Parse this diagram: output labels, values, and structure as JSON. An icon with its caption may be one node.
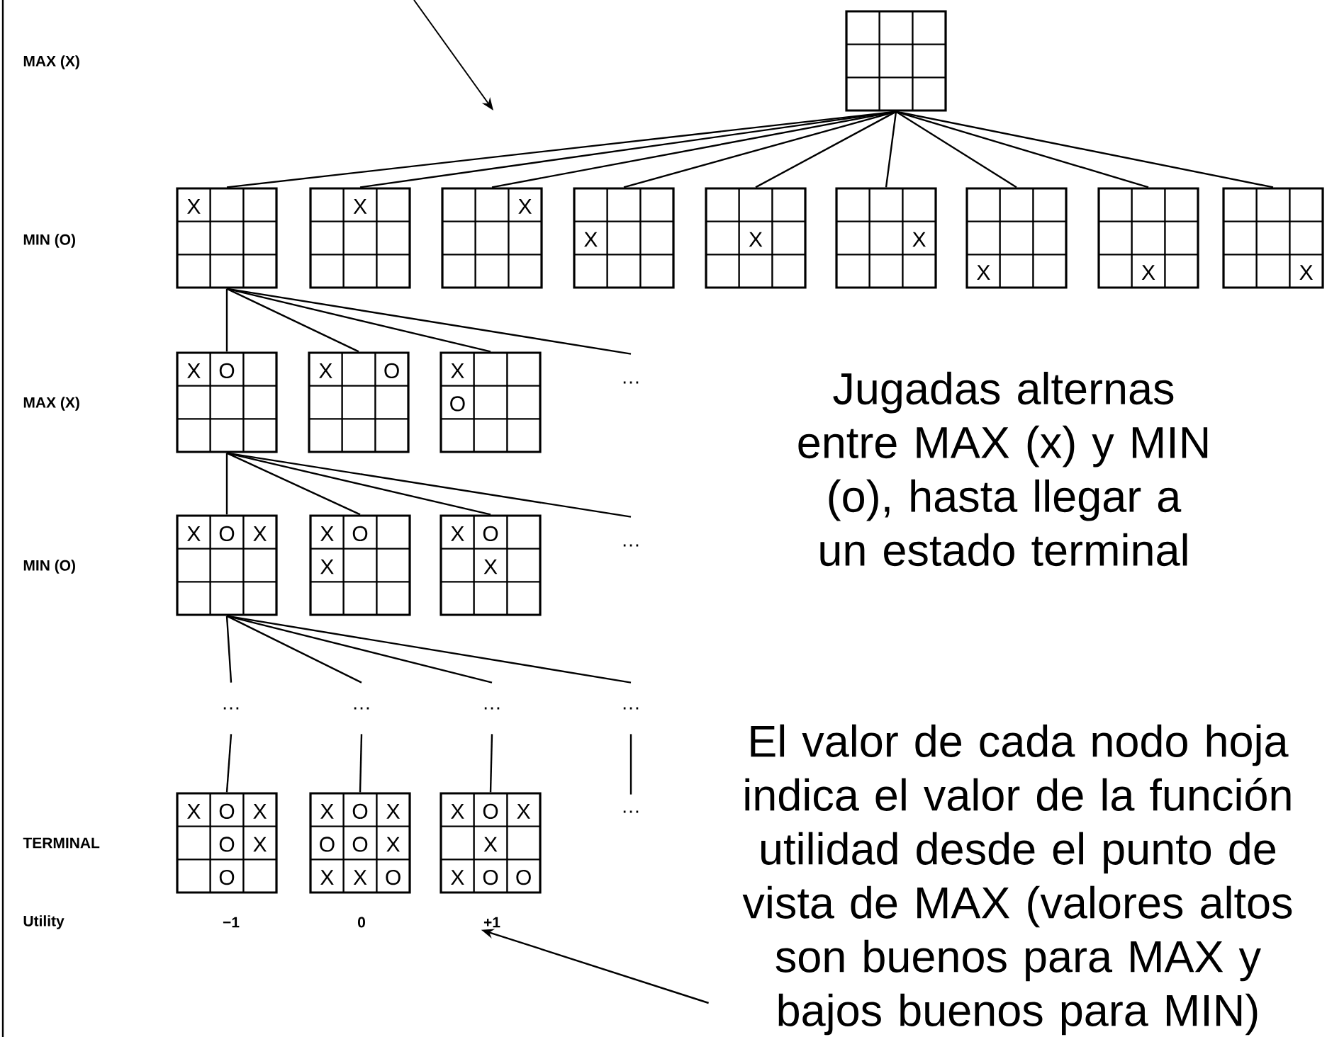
{
  "diagram": {
    "nodes": [
      {
        "text": [],
        "shape": "box"
      },
      {
        "text": [
          "X"
        ]
      },
      {
        "text": [
          "X"
        ]
      },
      {
        "text": [
          "X"
        ]
      },
      {
        "text": [
          "X"
        ]
      },
      {
        "text": [
          "X"
        ]
      },
      {
        "text": [
          "X"
        ]
      },
      {
        "text": [
          "X"
        ]
      },
      {
        "text": [
          "X"
        ]
      },
      {
        "text": [
          "X"
        ]
      },
      {
        "text": [
          "X",
          "O"
        ]
      },
      {
        "text": [
          "X",
          "O"
        ]
      },
      {
        "text": [
          "X",
          "O"
        ]
      },
      {
        "text": [
          "…"
        ]
      },
      {
        "text": [
          "X",
          "O",
          "X"
        ]
      },
      {
        "text": [
          "X",
          "O",
          "X"
        ]
      },
      {
        "text": [
          "X",
          "O",
          "X"
        ]
      },
      {
        "text": [
          "…"
        ]
      },
      {
        "text": [
          "…"
        ]
      },
      {
        "text": [
          "…"
        ]
      },
      {
        "text": [
          "…"
        ]
      },
      {
        "text": [
          "…"
        ]
      },
      {
        "text": [
          "X",
          "O",
          "X",
          "O",
          "X",
          "O"
        ]
      },
      {
        "text": [
          "X",
          "O",
          "X",
          "O",
          "O",
          "X",
          "X",
          "X",
          "O"
        ]
      },
      {
        "text": [
          "X",
          "O",
          "X",
          "X",
          "X",
          "O",
          "O"
        ]
      },
      {
        "text": [
          "…"
        ]
      },
      {
        "text": [
          "+1"
        ]
      },
      {
        "text": [
          "El valor de cada nodo hoja indica el valor de la función utilidad desde el punto de vista de MAX (valores altos son buenos para MAX y bajos buenos para MIN)"
        ]
      }
    ],
    "edges": [
      {
        "from": 0,
        "to": 1,
        "arrow": "none"
      },
      {
        "from": 0,
        "to": 2,
        "arrow": "none"
      },
      {
        "from": 0,
        "to": 3,
        "arrow": "none"
      },
      {
        "from": 0,
        "to": 4,
        "arrow": "none"
      },
      {
        "from": 0,
        "to": 5,
        "arrow": "none"
      },
      {
        "from": 0,
        "to": 6,
        "arrow": "none"
      },
      {
        "from": 0,
        "to": 7,
        "arrow": "none"
      },
      {
        "from": 0,
        "to": 8,
        "arrow": "none"
      },
      {
        "from": 0,
        "to": 9,
        "arrow": "none"
      },
      {
        "from": 1,
        "to": 10,
        "arrow": "none"
      },
      {
        "from": 1,
        "to": 11,
        "arrow": "none"
      },
      {
        "from": 1,
        "to": 12,
        "arrow": "none"
      },
      {
        "from": 1,
        "to": 13,
        "arrow": "none"
      },
      {
        "from": 10,
        "to": 14,
        "arrow": "none"
      },
      {
        "from": 10,
        "to": 15,
        "arrow": "none"
      },
      {
        "from": 10,
        "to": 16,
        "arrow": "none"
      },
      {
        "from": 10,
        "to": 17,
        "arrow": "none"
      },
      {
        "from": 14,
        "to": 18,
        "arrow": "none"
      },
      {
        "from": 14,
        "to": 19,
        "arrow": "none"
      },
      {
        "from": 14,
        "to": 20,
        "arrow": "none"
      },
      {
        "from": 14,
        "to": 21,
        "arrow": "none"
      },
      {
        "from": 18,
        "to": 22,
        "arrow": "none"
      },
      {
        "from": 19,
        "to": 23,
        "arrow": "none"
      },
      {
        "from": 20,
        "to": 24,
        "arrow": "none"
      },
      {
        "from": 21,
        "to": 25,
        "arrow": "none"
      },
      {
        "from": 27,
        "to": 26,
        "arrow": "to"
      }
    ],
    "labels": [
      "MAX (X)",
      "MIN (O)",
      "MAX (X)",
      "Jugadas alternas entre MAX (x) y MIN (o), hasta llegar a un estado terminal",
      "MIN (O)",
      "TERMINAL",
      "Utility",
      "−1",
      "0"
    ]
  }
}
